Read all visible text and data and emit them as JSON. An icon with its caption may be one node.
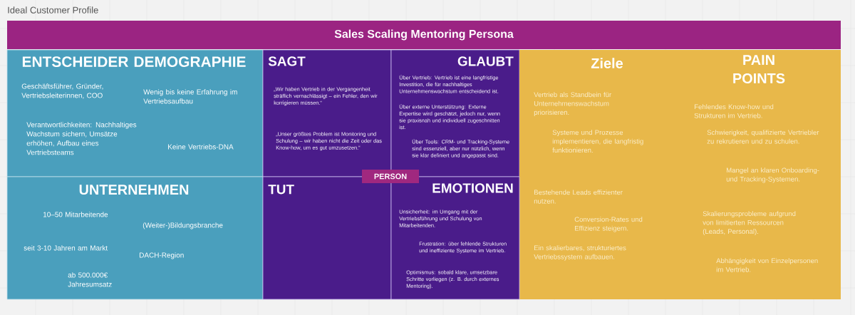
{
  "diagram": {
    "title": "Ideal Customer Profile",
    "nodes": [
      {
        "text": [
          "Sales Scaling Mentoring Persona"
        ]
      },
      {
        "text": [
          "ENTSCHEIDER DEMOGRAPHIE",
          "Geschäftsführer, Gründer, Vertriebsleiterinnen, COO",
          "Wenig bis keine Erfahrung im Vertriebsaufbau",
          "Verantwortlichkeiten: Nachhaltiges Wachstum sichern, Umsätze erhöhen, Aufbau eines Vertriebsteams",
          "Keine Vertriebs-DNA"
        ]
      },
      {
        "text": [
          "SAGT",
          "„Wir haben Vertrieb in der Vergangenheit sträflich vernachlässigt – ein Fehler, den wir korrigieren müssen.“",
          "„Unser größtes Problem ist Monitoring und Schulung – wir haben nicht die Zeit oder das Know-how, um es gut umzusetzen.“"
        ]
      },
      {
        "text": [
          "GLAUBT",
          "Über Vertrieb: Vertrieb ist eine langfristige Investition, die für nachhaltiges Unternehmenswachstum entscheidend ist.",
          "Über externe Unterstützung: Externe Expertise wird geschätzt, jedoch nur, wenn sie praxisnah und individuell zugeschnitten ist.",
          "Über Tools: CRM- und Tracking-Systeme sind essenziell, aber nur nützlich, wenn sie klar definiert und angepasst sind."
        ]
      },
      {
        "text": [
          "Ziele",
          "Vertrieb als Standbein für Unternehmenswachstum priorisieren.",
          "Systeme und Prozesse implementieren, die langfristig funktionieren.",
          "Bestehende Leads effizienter nutzen.",
          "Conversion-Rates und Effizienz steigern.",
          "Ein skalierbares, strukturiertes Vertriebssystem aufbauen.",
          "PAIN POINTS",
          "Fehlendes Know-how und Strukturen im Vertrieb.",
          "Schwierigkeit, qualifizierte Vertriebler zu rekrutieren und zu schulen.",
          "Mangel an klaren Onboarding- und Tracking-Systemen.",
          "Skalierungsprobleme aufgrund von limitierten Ressourcen (Leads, Personal).",
          "Abhängigkeit von Einzelpersonen im Vertrieb."
        ]
      },
      {
        "text": [
          "PERSON"
        ]
      },
      {
        "text": [
          "UNTERNEHMEN",
          "10–50 Mitarbeitende",
          "(Weiter-)Bildungsbranche",
          "seit 3-10 Jahren am Markt",
          "DACH-Region",
          "ab 500.000€ Jahresumsatz"
        ]
      },
      {
        "text": [
          "TUT"
        ]
      },
      {
        "text": [
          "EMOTIONEN",
          "Unsicherheit: im Umgang mit der Vertriebsführung und Schulung von Mitarbeitenden.",
          "Frustration: über fehlende Strukturen und ineffiziente Systeme im Vertrieb.",
          "Optimismus: sobald klare, umsetzbare Schritte vorliegen (z. B. durch externes Mentoring)."
        ]
      }
    ]
  }
}
